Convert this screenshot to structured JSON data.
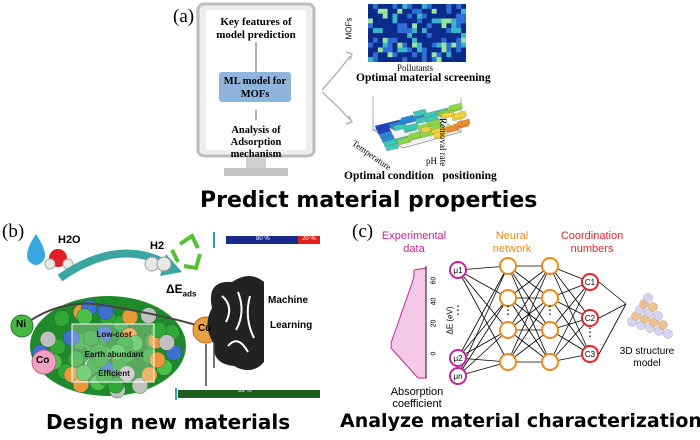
{
  "panel_a": {
    "letter": "(a)",
    "feature_text": "Key features of model prediction",
    "ml_box": "ML model for MOFs",
    "analysis_text": "Analysis of Adsorption mechanism",
    "heatmap_ylabel": "MOFs",
    "heatmap_xlabel": "Pollutants",
    "screening_label": "Optimal material screening",
    "surface_zlabel": "Removal rate",
    "surface_xlabel": "Temperature",
    "surface_ylabel": "pH",
    "positioning_label": "Optimal condition   positioning",
    "caption": "Predict material properties"
  },
  "panel_b": {
    "letter": "(b)",
    "h2o": "H2O",
    "h2": "H2",
    "bar_top_left": "80 %",
    "bar_top_right": "20 %",
    "delta_e": "ΔE",
    "delta_e_sub": "ads",
    "ni": "Ni",
    "co": "Co",
    "cu": "Cu",
    "features": [
      "Low-cost",
      "Earth abundant",
      "Efficient"
    ],
    "ml_line1": "Machine",
    "ml_line2": "Learning",
    "bar_bottom": "99 %",
    "caption": "Design new materials"
  },
  "panel_c": {
    "letter": "(c)",
    "experimental": "Experimental data",
    "neural": "Neural network",
    "coordination": "Coordination numbers",
    "axis_label": "ΔE (eV)",
    "ticks": [
      "0",
      "20",
      "40",
      "60"
    ],
    "mu_nodes": [
      "μ1",
      "μ2",
      "μn"
    ],
    "c_nodes": [
      "C1",
      "C2",
      "C3"
    ],
    "absorption": "Absorption coefficient",
    "structure": "3D structure model",
    "caption": "Analyze material characterization"
  },
  "colors": {
    "ml_box": "#8fb4dd",
    "experimental": "#c0269a",
    "neural": "#f08a1c",
    "coordination": "#e8232a",
    "bar_blue": "#1a2a8c",
    "bar_red": "#e02020",
    "bar_green": "#1f5c1f"
  }
}
